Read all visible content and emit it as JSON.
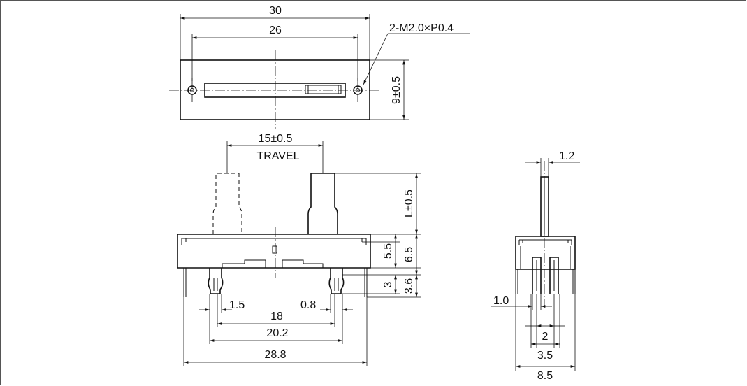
{
  "labels": {
    "top_width_30": "30",
    "top_width_26": "26",
    "hole_spec": "2-M2.0×P0.4",
    "top_height": "9±0.5",
    "travel_value": "15±0.5",
    "travel_label": "TRAVEL",
    "lever_height": "L±0.5",
    "body_5_5": "5.5",
    "body_6_5": "6.5",
    "pin_3": "3",
    "pin_3_6": "3.6",
    "pin_1_5": "1.5",
    "pin_0_8": "0.8",
    "pitch_18": "18",
    "pitch_20_2": "20.2",
    "overall_28_8": "28.8",
    "side_lever_1_2": "1.2",
    "side_pin_1_0": "1.0",
    "side_pitch_2": "2",
    "side_pitch_3_5": "3.5",
    "side_width_8_5": "8.5"
  }
}
